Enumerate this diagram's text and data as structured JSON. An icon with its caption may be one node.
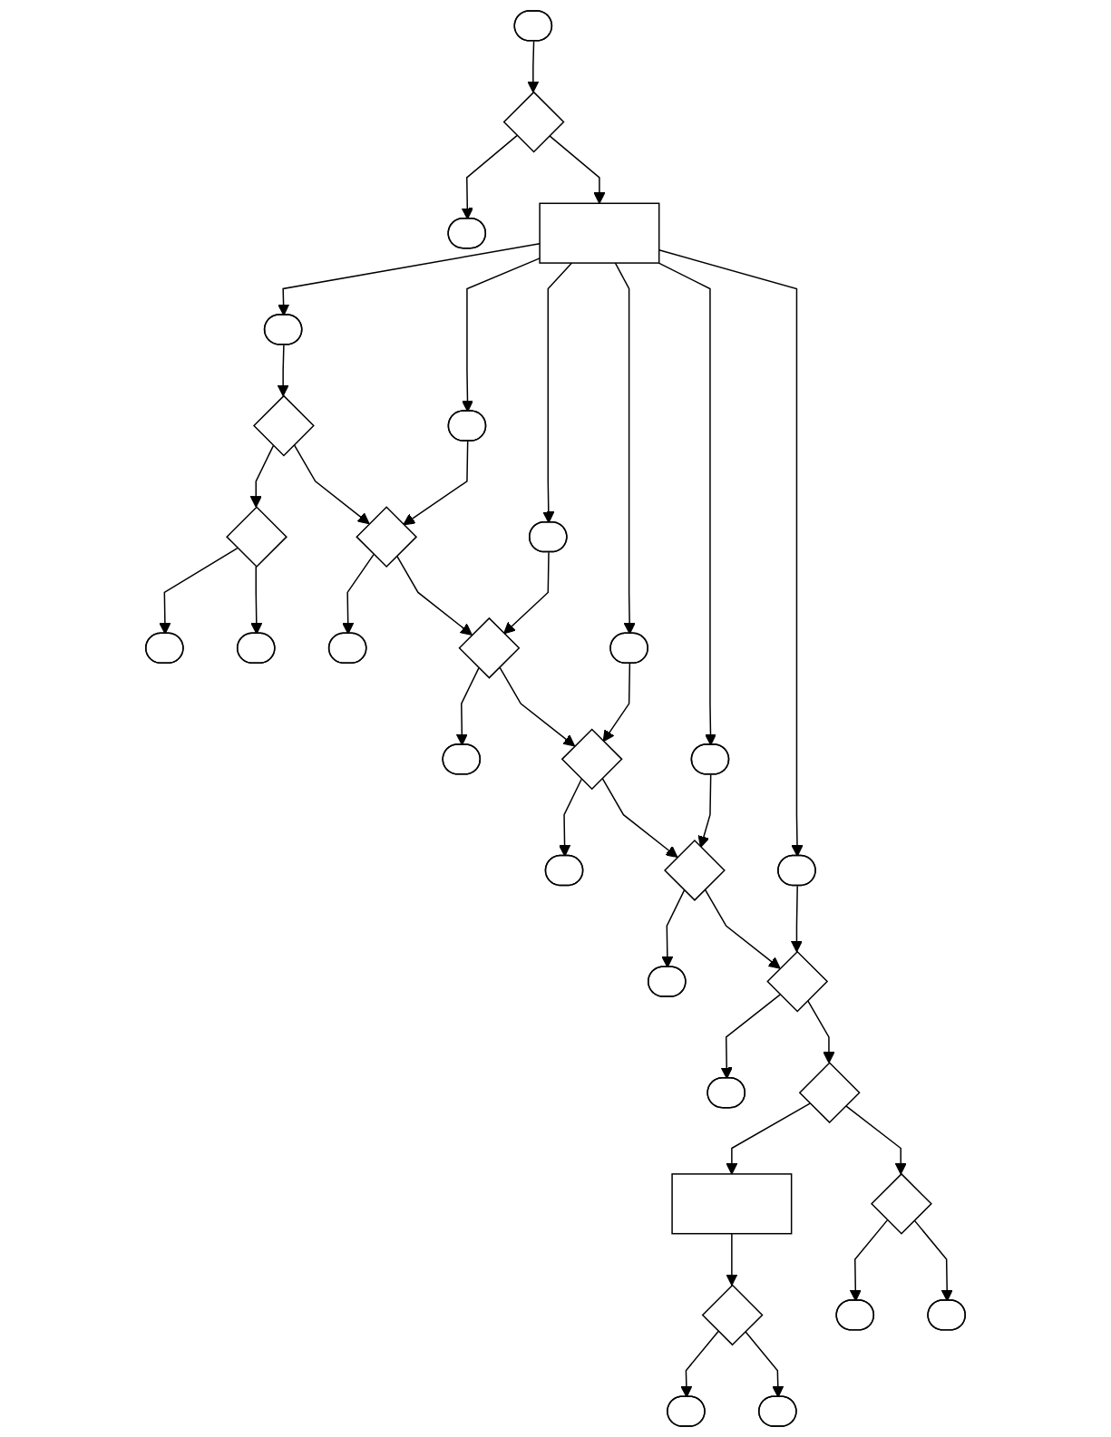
{
  "diagram": {
    "nodes": [
      {
        "text": [],
        "shape": "stadium"
      },
      {
        "text": [],
        "shape": "diamond"
      },
      {
        "text": [],
        "shape": "stadium"
      },
      {
        "text": [],
        "shape": "box"
      },
      {
        "text": [],
        "shape": "stadium"
      },
      {
        "text": [],
        "shape": "diamond"
      },
      {
        "text": [],
        "shape": "diamond"
      },
      {
        "text": [],
        "shape": "stadium"
      },
      {
        "text": [],
        "shape": "stadium"
      },
      {
        "text": [],
        "shape": "stadium"
      },
      {
        "text": [],
        "shape": "diamond"
      },
      {
        "text": [],
        "shape": "stadium"
      },
      {
        "text": [],
        "shape": "stadium"
      },
      {
        "text": [],
        "shape": "diamond"
      },
      {
        "text": [],
        "shape": "stadium"
      },
      {
        "text": [],
        "shape": "stadium"
      },
      {
        "text": [],
        "shape": "diamond"
      },
      {
        "text": [],
        "shape": "stadium"
      },
      {
        "text": [],
        "shape": "stadium"
      },
      {
        "text": [],
        "shape": "diamond"
      },
      {
        "text": [],
        "shape": "stadium"
      },
      {
        "text": [],
        "shape": "stadium"
      },
      {
        "text": [],
        "shape": "diamond"
      },
      {
        "text": [],
        "shape": "stadium"
      },
      {
        "text": [],
        "shape": "diamond"
      },
      {
        "text": [],
        "shape": "box"
      },
      {
        "text": [],
        "shape": "diamond"
      },
      {
        "text": [],
        "shape": "diamond"
      },
      {
        "text": [],
        "shape": "stadium"
      },
      {
        "text": [],
        "shape": "stadium"
      },
      {
        "text": [],
        "shape": "stadium"
      },
      {
        "text": [],
        "shape": "stadium"
      }
    ],
    "edges": [
      {
        "from": 0,
        "to": 1,
        "arrow": "to"
      },
      {
        "from": 1,
        "to": 2,
        "arrow": "to"
      },
      {
        "from": 1,
        "to": 3,
        "arrow": "to"
      },
      {
        "from": 3,
        "to": 4,
        "arrow": "to"
      },
      {
        "from": 3,
        "to": 9,
        "arrow": "to"
      },
      {
        "from": 3,
        "to": 12,
        "arrow": "to"
      },
      {
        "from": 3,
        "to": 15,
        "arrow": "to"
      },
      {
        "from": 3,
        "to": 18,
        "arrow": "to"
      },
      {
        "from": 3,
        "to": 21,
        "arrow": "to"
      },
      {
        "from": 4,
        "to": 5,
        "arrow": "to"
      },
      {
        "from": 5,
        "to": 6,
        "arrow": "to"
      },
      {
        "from": 6,
        "to": 7,
        "arrow": "to"
      },
      {
        "from": 6,
        "to": 8,
        "arrow": "to"
      },
      {
        "from": 5,
        "to": 10,
        "arrow": "to"
      },
      {
        "from": 9,
        "to": 10,
        "arrow": "to"
      },
      {
        "from": 10,
        "to": 11,
        "arrow": "to"
      },
      {
        "from": 10,
        "to": 13,
        "arrow": "to"
      },
      {
        "from": 12,
        "to": 13,
        "arrow": "to"
      },
      {
        "from": 13,
        "to": 14,
        "arrow": "to"
      },
      {
        "from": 13,
        "to": 16,
        "arrow": "to"
      },
      {
        "from": 15,
        "to": 16,
        "arrow": "to"
      },
      {
        "from": 16,
        "to": 17,
        "arrow": "to"
      },
      {
        "from": 16,
        "to": 19,
        "arrow": "to"
      },
      {
        "from": 18,
        "to": 19,
        "arrow": "to"
      },
      {
        "from": 19,
        "to": 20,
        "arrow": "to"
      },
      {
        "from": 19,
        "to": 22,
        "arrow": "to"
      },
      {
        "from": 21,
        "to": 22,
        "arrow": "to"
      },
      {
        "from": 22,
        "to": 23,
        "arrow": "to"
      },
      {
        "from": 22,
        "to": 24,
        "arrow": "to"
      },
      {
        "from": 24,
        "to": 25,
        "arrow": "to"
      },
      {
        "from": 24,
        "to": 26,
        "arrow": "to"
      },
      {
        "from": 25,
        "to": 27,
        "arrow": "to"
      },
      {
        "from": 27,
        "to": 28,
        "arrow": "to"
      },
      {
        "from": 27,
        "to": 29,
        "arrow": "to"
      },
      {
        "from": 26,
        "to": 30,
        "arrow": "to"
      },
      {
        "from": 26,
        "to": 31,
        "arrow": "to"
      }
    ]
  }
}
